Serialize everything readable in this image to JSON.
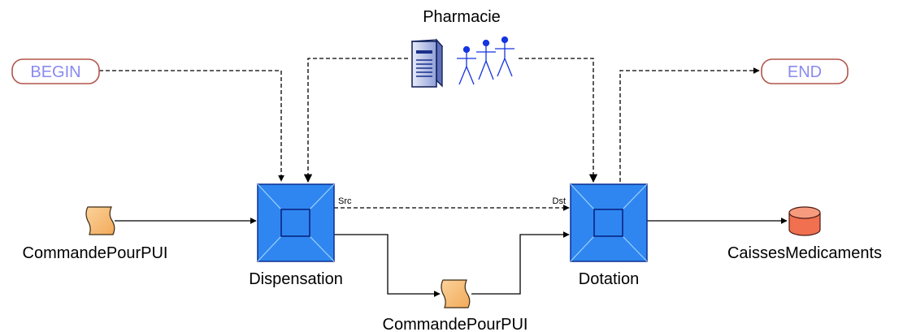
{
  "diagram": {
    "actor_group": {
      "label": "Pharmacie",
      "icons": [
        "server-icon",
        "people-group-icon"
      ]
    },
    "terminals": {
      "begin": "BEGIN",
      "end": "END"
    },
    "activities": {
      "dispensation": "Dispensation",
      "dotation": "Dotation"
    },
    "artifacts": {
      "input_document": "CommandePourPUI",
      "intermediate_document": "CommandePourPUI",
      "output_store": "CaissesMedicaments"
    },
    "ports": {
      "source": "Src",
      "destination": "Dst"
    },
    "colors": {
      "activity_fill": "#2f86f0",
      "activity_border": "#0b2f8f",
      "terminal_border": "#b2554a",
      "terminal_text": "#8a8af0",
      "document_fill": "#f7c07e",
      "store_fill": "#f07050",
      "people_icon": "#1535e0"
    }
  }
}
